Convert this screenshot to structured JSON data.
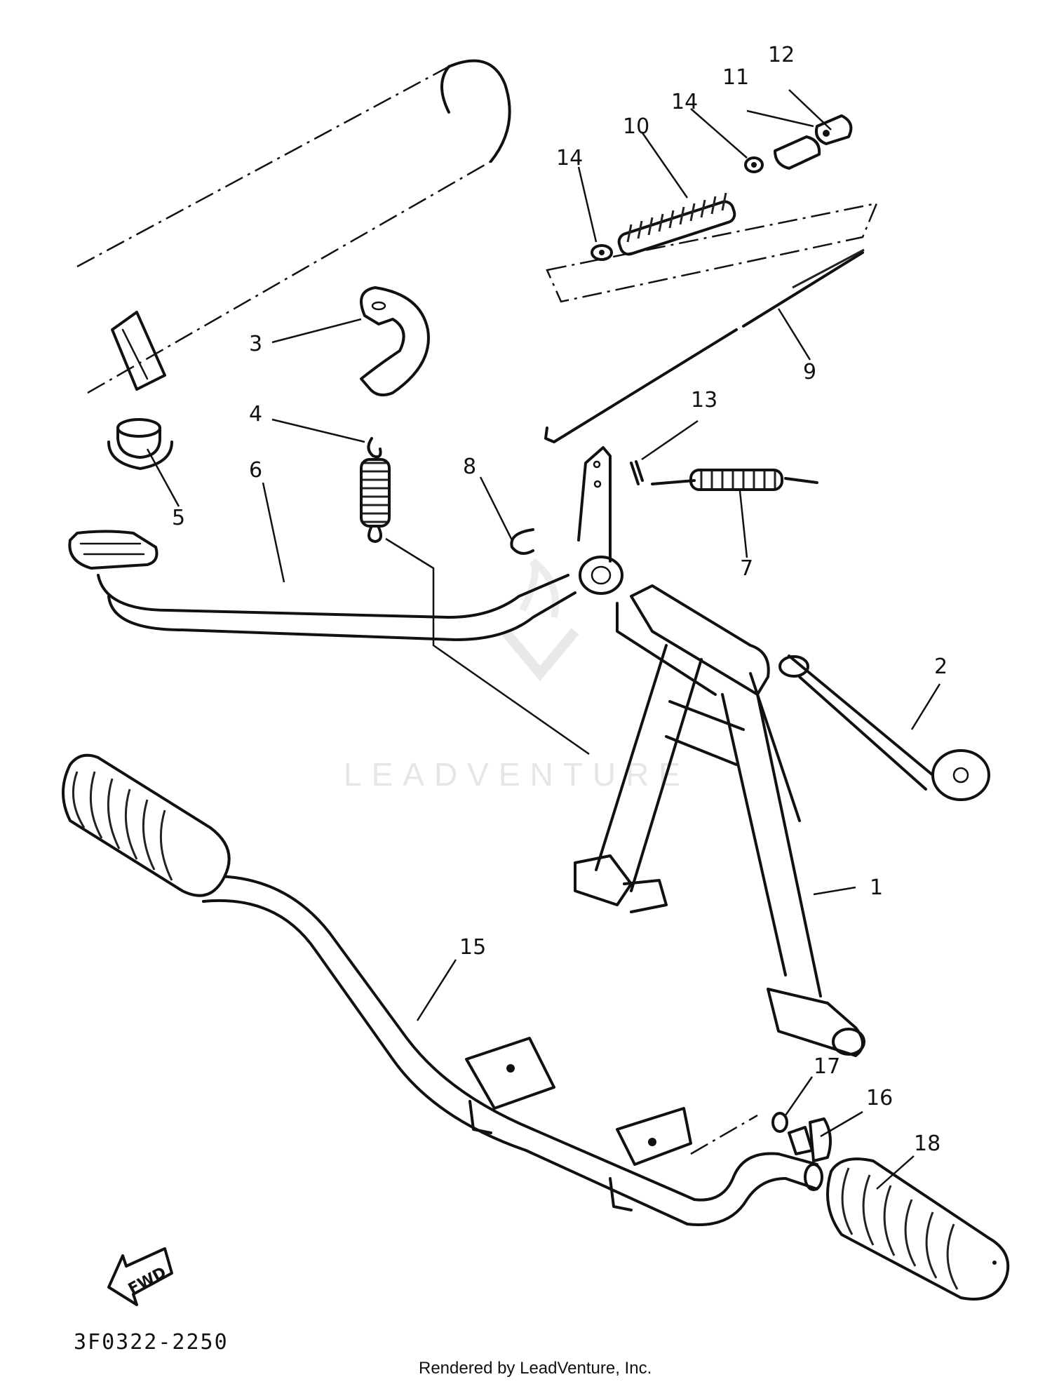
{
  "diagram": {
    "callouts": [
      {
        "id": "1",
        "label": "1"
      },
      {
        "id": "2",
        "label": "2"
      },
      {
        "id": "3",
        "label": "3"
      },
      {
        "id": "4",
        "label": "4"
      },
      {
        "id": "5",
        "label": "5"
      },
      {
        "id": "6",
        "label": "6"
      },
      {
        "id": "7",
        "label": "7"
      },
      {
        "id": "8",
        "label": "8"
      },
      {
        "id": "9",
        "label": "9"
      },
      {
        "id": "10",
        "label": "10"
      },
      {
        "id": "11",
        "label": "11"
      },
      {
        "id": "12",
        "label": "12"
      },
      {
        "id": "13",
        "label": "13"
      },
      {
        "id": "14a",
        "label": "14"
      },
      {
        "id": "14b",
        "label": "14"
      },
      {
        "id": "15",
        "label": "15"
      },
      {
        "id": "16",
        "label": "16"
      },
      {
        "id": "17",
        "label": "17"
      },
      {
        "id": "18",
        "label": "18"
      }
    ],
    "direction_arrow_label": "FWD",
    "diagram_code": "3F0322-2250",
    "watermark_text": "LEADVENTURE",
    "footer_text": "Rendered by LeadVenture, Inc."
  }
}
